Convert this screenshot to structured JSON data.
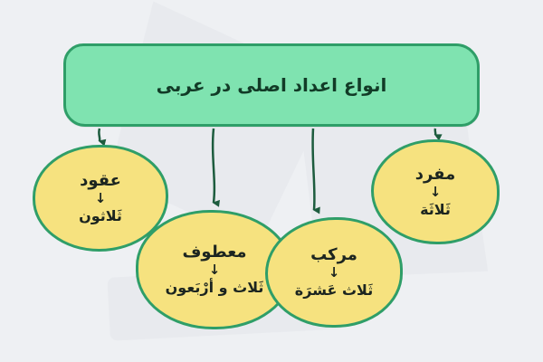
{
  "title": "انواع اعداد اصلی در عربی",
  "nodes": {
    "mofrad": {
      "label": "مفرد",
      "example": "ثَلاثَة"
    },
    "morakkab": {
      "label": "مرکب",
      "example": "ثَلاث عَشرَة"
    },
    "matuf": {
      "label": "معطوف",
      "example": "ثَلاث و أرْبَعون"
    },
    "oqud": {
      "label": "عقود",
      "example": "ثَلاثون"
    }
  },
  "icons": {
    "arrow_down_glyph": "↓"
  },
  "colors": {
    "background": "#eef0f3",
    "box_fill": "#7fe3b0",
    "box_border": "#2f9e68",
    "ellipse_fill": "#f6e27f",
    "ellipse_border": "#2f9e68",
    "arrow": "#1d5c3e",
    "title_text": "#123b27"
  }
}
